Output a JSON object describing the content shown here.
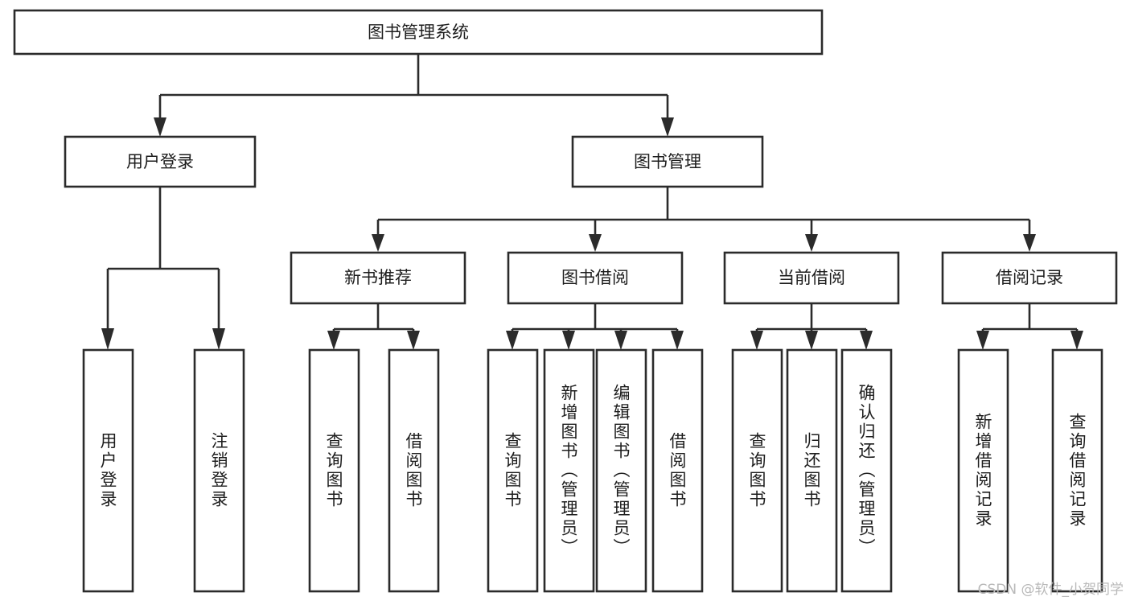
{
  "diagram": {
    "title": "图书管理系统",
    "type": "tree-hierarchy-diagram",
    "colors": {
      "box_fill": "#ffffff",
      "box_stroke": "#2b2b2b",
      "text": "#1d1d1d",
      "background": "#ffffff",
      "watermark": "#b9b9b9"
    },
    "root": {
      "label": "图书管理系统"
    },
    "level1": [
      {
        "label": "用户登录"
      },
      {
        "label": "图书管理"
      }
    ],
    "level2": [
      {
        "label": "新书推荐"
      },
      {
        "label": "图书借阅"
      },
      {
        "label": "当前借阅"
      },
      {
        "label": "借阅记录"
      }
    ],
    "leaves": {
      "user_login": [
        {
          "label": "用户登录"
        },
        {
          "label": "注销登录"
        }
      ],
      "new_book_recommend": [
        {
          "label": "查询图书"
        },
        {
          "label": "借阅图书"
        }
      ],
      "book_borrow": [
        {
          "label": "查询图书"
        },
        {
          "label": "新增图书（管理员）"
        },
        {
          "label": "编辑图书（管理员）"
        },
        {
          "label": "借阅图书"
        }
      ],
      "current_borrow": [
        {
          "label": "查询图书"
        },
        {
          "label": "归还图书"
        },
        {
          "label": "确认归还（管理员）"
        }
      ],
      "borrow_record": [
        {
          "label": "新增借阅记录"
        },
        {
          "label": "查询借阅记录"
        }
      ]
    }
  },
  "watermark": {
    "text": "CSDN @软件_小贺同学"
  }
}
